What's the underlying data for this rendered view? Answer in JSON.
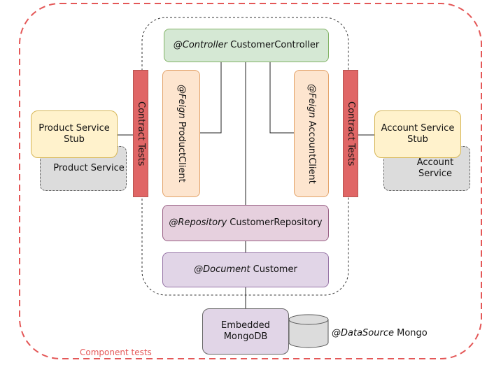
{
  "colors": {
    "component_border": "#e45757",
    "controller_fill": "#d5e8d4",
    "controller_border": "#82b366",
    "feign_fill": "#fde5cf",
    "feign_border": "#e3a36a",
    "contract_fill": "#e06666",
    "contract_border": "#b85450",
    "stub_fill": "#fff2cc",
    "stub_border": "#d6b656",
    "service_fill": "#dcdcdc",
    "service_border": "#666666",
    "repository_fill": "#e6d0de",
    "repository_border": "#996185",
    "document_fill": "#e1d5e7",
    "document_border": "#9673a6"
  },
  "diagram": {
    "controller": {
      "annotation": "@Controller",
      "name": "CustomerController"
    },
    "feign_product": {
      "annotation": "@Feign",
      "name": "ProductClient"
    },
    "feign_account": {
      "annotation": "@Feign",
      "name": "AccountClient"
    },
    "contract_tests_left": "Contract Tests",
    "contract_tests_right": "Contract Tests",
    "product_stub": "Product Service Stub",
    "product_service": "Product Service",
    "account_stub": "Account Service Stub",
    "account_service": "Account Service",
    "repository": {
      "annotation": "@Repository",
      "name": "CustomerRepository"
    },
    "document": {
      "annotation": "@Document",
      "name": "Customer"
    },
    "embedded_db": "Embedded MongoDB",
    "datasource": {
      "annotation": "@DataSource",
      "name": "Mongo"
    },
    "component_tests_label": "Component tests"
  }
}
